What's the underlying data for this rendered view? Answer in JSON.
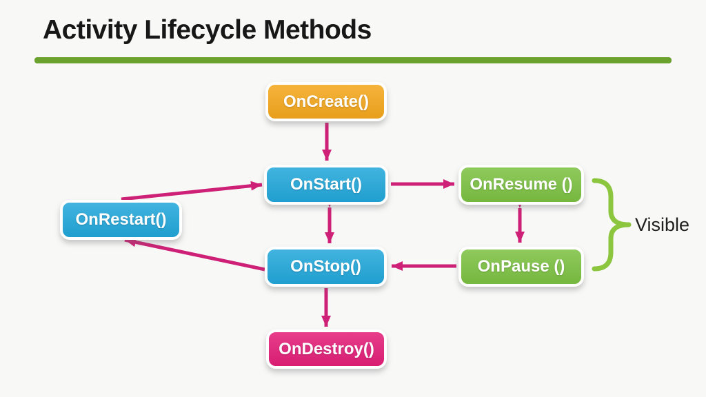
{
  "slide": {
    "title": "Activity Lifecycle Methods"
  },
  "colors": {
    "background": "#f8f8f7",
    "title_text": "#171717",
    "underline": "#6ba22e",
    "arrow": "#ce2076",
    "bracket": "#8cc63f",
    "node_create": "#f4a71d",
    "node_blue": "#22a7da",
    "node_green": "#7cc142",
    "node_destroy": "#e31e78",
    "node_text": "#ffffff"
  },
  "diagram": {
    "nodes": [
      {
        "id": "oncreate",
        "label": "OnCreate()",
        "color": "#f4a71d"
      },
      {
        "id": "onstart",
        "label": "OnStart()",
        "color": "#22a7da"
      },
      {
        "id": "onresume",
        "label": "OnResume ()",
        "color": "#7cc142"
      },
      {
        "id": "onrestart",
        "label": "OnRestart()",
        "color": "#22a7da"
      },
      {
        "id": "onstop",
        "label": "OnStop()",
        "color": "#22a7da"
      },
      {
        "id": "onpause",
        "label": "OnPause ()",
        "color": "#7cc142"
      },
      {
        "id": "ondestroy",
        "label": "OnDestroy()",
        "color": "#e31e78"
      }
    ],
    "edges": [
      {
        "from": "OnCreate()",
        "to": "OnStart()",
        "bidirectional": false
      },
      {
        "from": "OnStart()",
        "to": "OnResume ()",
        "bidirectional": false
      },
      {
        "from": "OnStart()",
        "to": "OnStop()",
        "bidirectional": true
      },
      {
        "from": "OnResume ()",
        "to": "OnPause ()",
        "bidirectional": true
      },
      {
        "from": "OnPause ()",
        "to": "OnStop()",
        "bidirectional": false
      },
      {
        "from": "OnStop()",
        "to": "OnDestroy()",
        "bidirectional": false
      },
      {
        "from": "OnRestart()",
        "to": "OnStart()",
        "bidirectional": false
      },
      {
        "from": "OnStop()",
        "to": "OnRestart()",
        "bidirectional": false
      }
    ],
    "annotation_label": "Visible",
    "annotation_covers": [
      "OnResume ()",
      "OnPause ()"
    ]
  }
}
